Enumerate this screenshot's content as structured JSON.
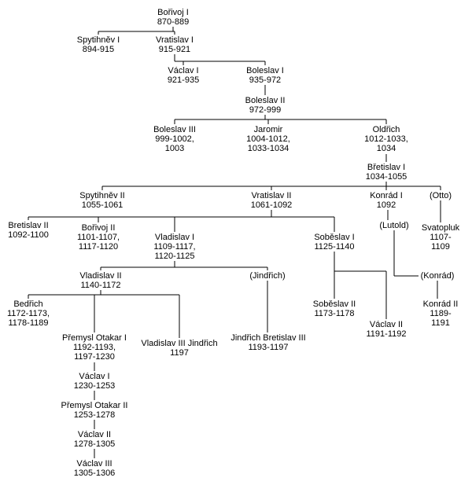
{
  "nodes": {
    "borivoj1": {
      "name": "Bořivoj I",
      "dates": "870-889"
    },
    "spytihnev1": {
      "name": "Spytihněv I",
      "dates": "894-915"
    },
    "vratislav1": {
      "name": "Vratislav I",
      "dates": "915-921"
    },
    "vaclav1": {
      "name": "Václav I",
      "dates": "921-935"
    },
    "boleslav1": {
      "name": "Boleslav I",
      "dates": "935-972"
    },
    "boleslav2": {
      "name": "Boleslav II",
      "dates": "972-999"
    },
    "boleslav3": {
      "name": "Boleslav III",
      "dates": "999-1002,\n1003"
    },
    "jaromir": {
      "name": "Jaromir",
      "dates": "1004-1012,\n1033-1034"
    },
    "oldrich": {
      "name": "Oldřich",
      "dates": "1012-1033,\n1034"
    },
    "bretislav1": {
      "name": "Břetislav I",
      "dates": "1034-1055"
    },
    "spytihnev2": {
      "name": "Spytihněv II",
      "dates": "1055-1061"
    },
    "vratislav2": {
      "name": "Vratislav II",
      "dates": "1061-1092"
    },
    "konrad1": {
      "name": "Konrád I",
      "dates": "1092"
    },
    "otto": {
      "name": "(Otto)"
    },
    "bretislav2": {
      "name": "Bretislav II",
      "dates": "1092-1100"
    },
    "borivoj2": {
      "name": "Bořivoj II",
      "dates": "1101-1107,\n1117-1120"
    },
    "vladislav1": {
      "name": "Vladislav I",
      "dates": "1109-1117,\n1120-1125"
    },
    "sobeslav1": {
      "name": "Soběslav I",
      "dates": "1125-1140"
    },
    "lutold": {
      "name": "(Lutold)"
    },
    "svatopluk": {
      "name": "Svatopluk",
      "dates": "1107-1109"
    },
    "vladislav2": {
      "name": "Vladislav II",
      "dates": "1140-1172"
    },
    "jindrich": {
      "name": "(Jindřich)"
    },
    "konrad_z": {
      "name": "(Konrád)"
    },
    "bedrich": {
      "name": "Bedřich",
      "dates": "1172-1173,\n1178-1189"
    },
    "sobeslav2": {
      "name": "Soběslav II",
      "dates": "1173-1178"
    },
    "vaclav2a": {
      "name": "Václav II",
      "dates": "1191-1192"
    },
    "konrad2": {
      "name": "Konrád II",
      "dates": "1189-1191"
    },
    "otakar1": {
      "name": "Přemysl Otakar I",
      "dates": "1192-1193,\n1197-1230"
    },
    "vladislav3": {
      "name": "Vladislav III Jindřich",
      "dates": "1197"
    },
    "jindrich_b3": {
      "name": "Jindřich Bretislav III",
      "dates": "1193-1197"
    },
    "vaclav1b": {
      "name": "Václav I",
      "dates": "1230-1253"
    },
    "otakar2": {
      "name": "Přemysl Otakar II",
      "dates": "1253-1278"
    },
    "vaclav2b": {
      "name": "Václav II",
      "dates": "1278-1305"
    },
    "vaclav3": {
      "name": "Václav III",
      "dates": "1305-1306"
    }
  }
}
